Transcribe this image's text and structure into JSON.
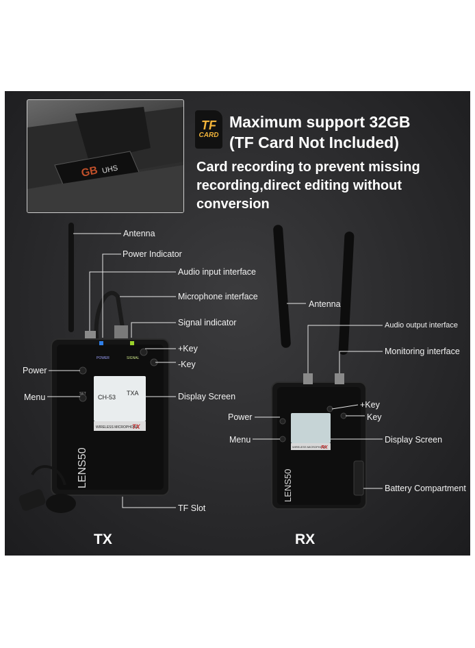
{
  "tf_badge": {
    "top": "TF",
    "bottom": "CARD"
  },
  "headline": {
    "line1": "Maximum support 32GB",
    "line2": "(TF Card Not Included)",
    "description": "Card recording to prevent missing recording,direct editing without conversion"
  },
  "tx": {
    "label": "TX",
    "callouts": {
      "antenna": "Antenna",
      "power_indicator": "Power Indicator",
      "audio_input": "Audio input interface",
      "microphone": "Microphone interface",
      "signal_indicator": "Signal indicator",
      "plus_key": "+Key",
      "minus_key": "-Key",
      "power": "Power",
      "menu": "Menu",
      "display_screen": "Display Screen",
      "tf_slot": "TF Slot"
    },
    "device_text": {
      "brand": "LENS50",
      "power": "POWER",
      "signal": "SIGNAL",
      "set": "SET",
      "screen_channel": "CH-53",
      "screen_mode": "TXA",
      "model": "WIRELESS MICROPHONE",
      "model_badge": "TX"
    }
  },
  "rx": {
    "label": "RX",
    "callouts": {
      "antenna": "Antenna",
      "audio_output": "Audio output interface",
      "monitoring": "Monitoring interface",
      "plus_key": "+Key",
      "key": "Key",
      "power": "Power",
      "menu": "Menu",
      "display_screen": "Display Screen",
      "battery": "Battery Compartment"
    },
    "device_text": {
      "brand": "LENS50",
      "model": "WIRELESS MICROPHONE",
      "model_badge": "RX"
    }
  },
  "colors": {
    "background": "#2a2a2c",
    "accent": "#f2b43a",
    "power_led": "#2f7fe8",
    "signal_led": "#9ad12b"
  }
}
